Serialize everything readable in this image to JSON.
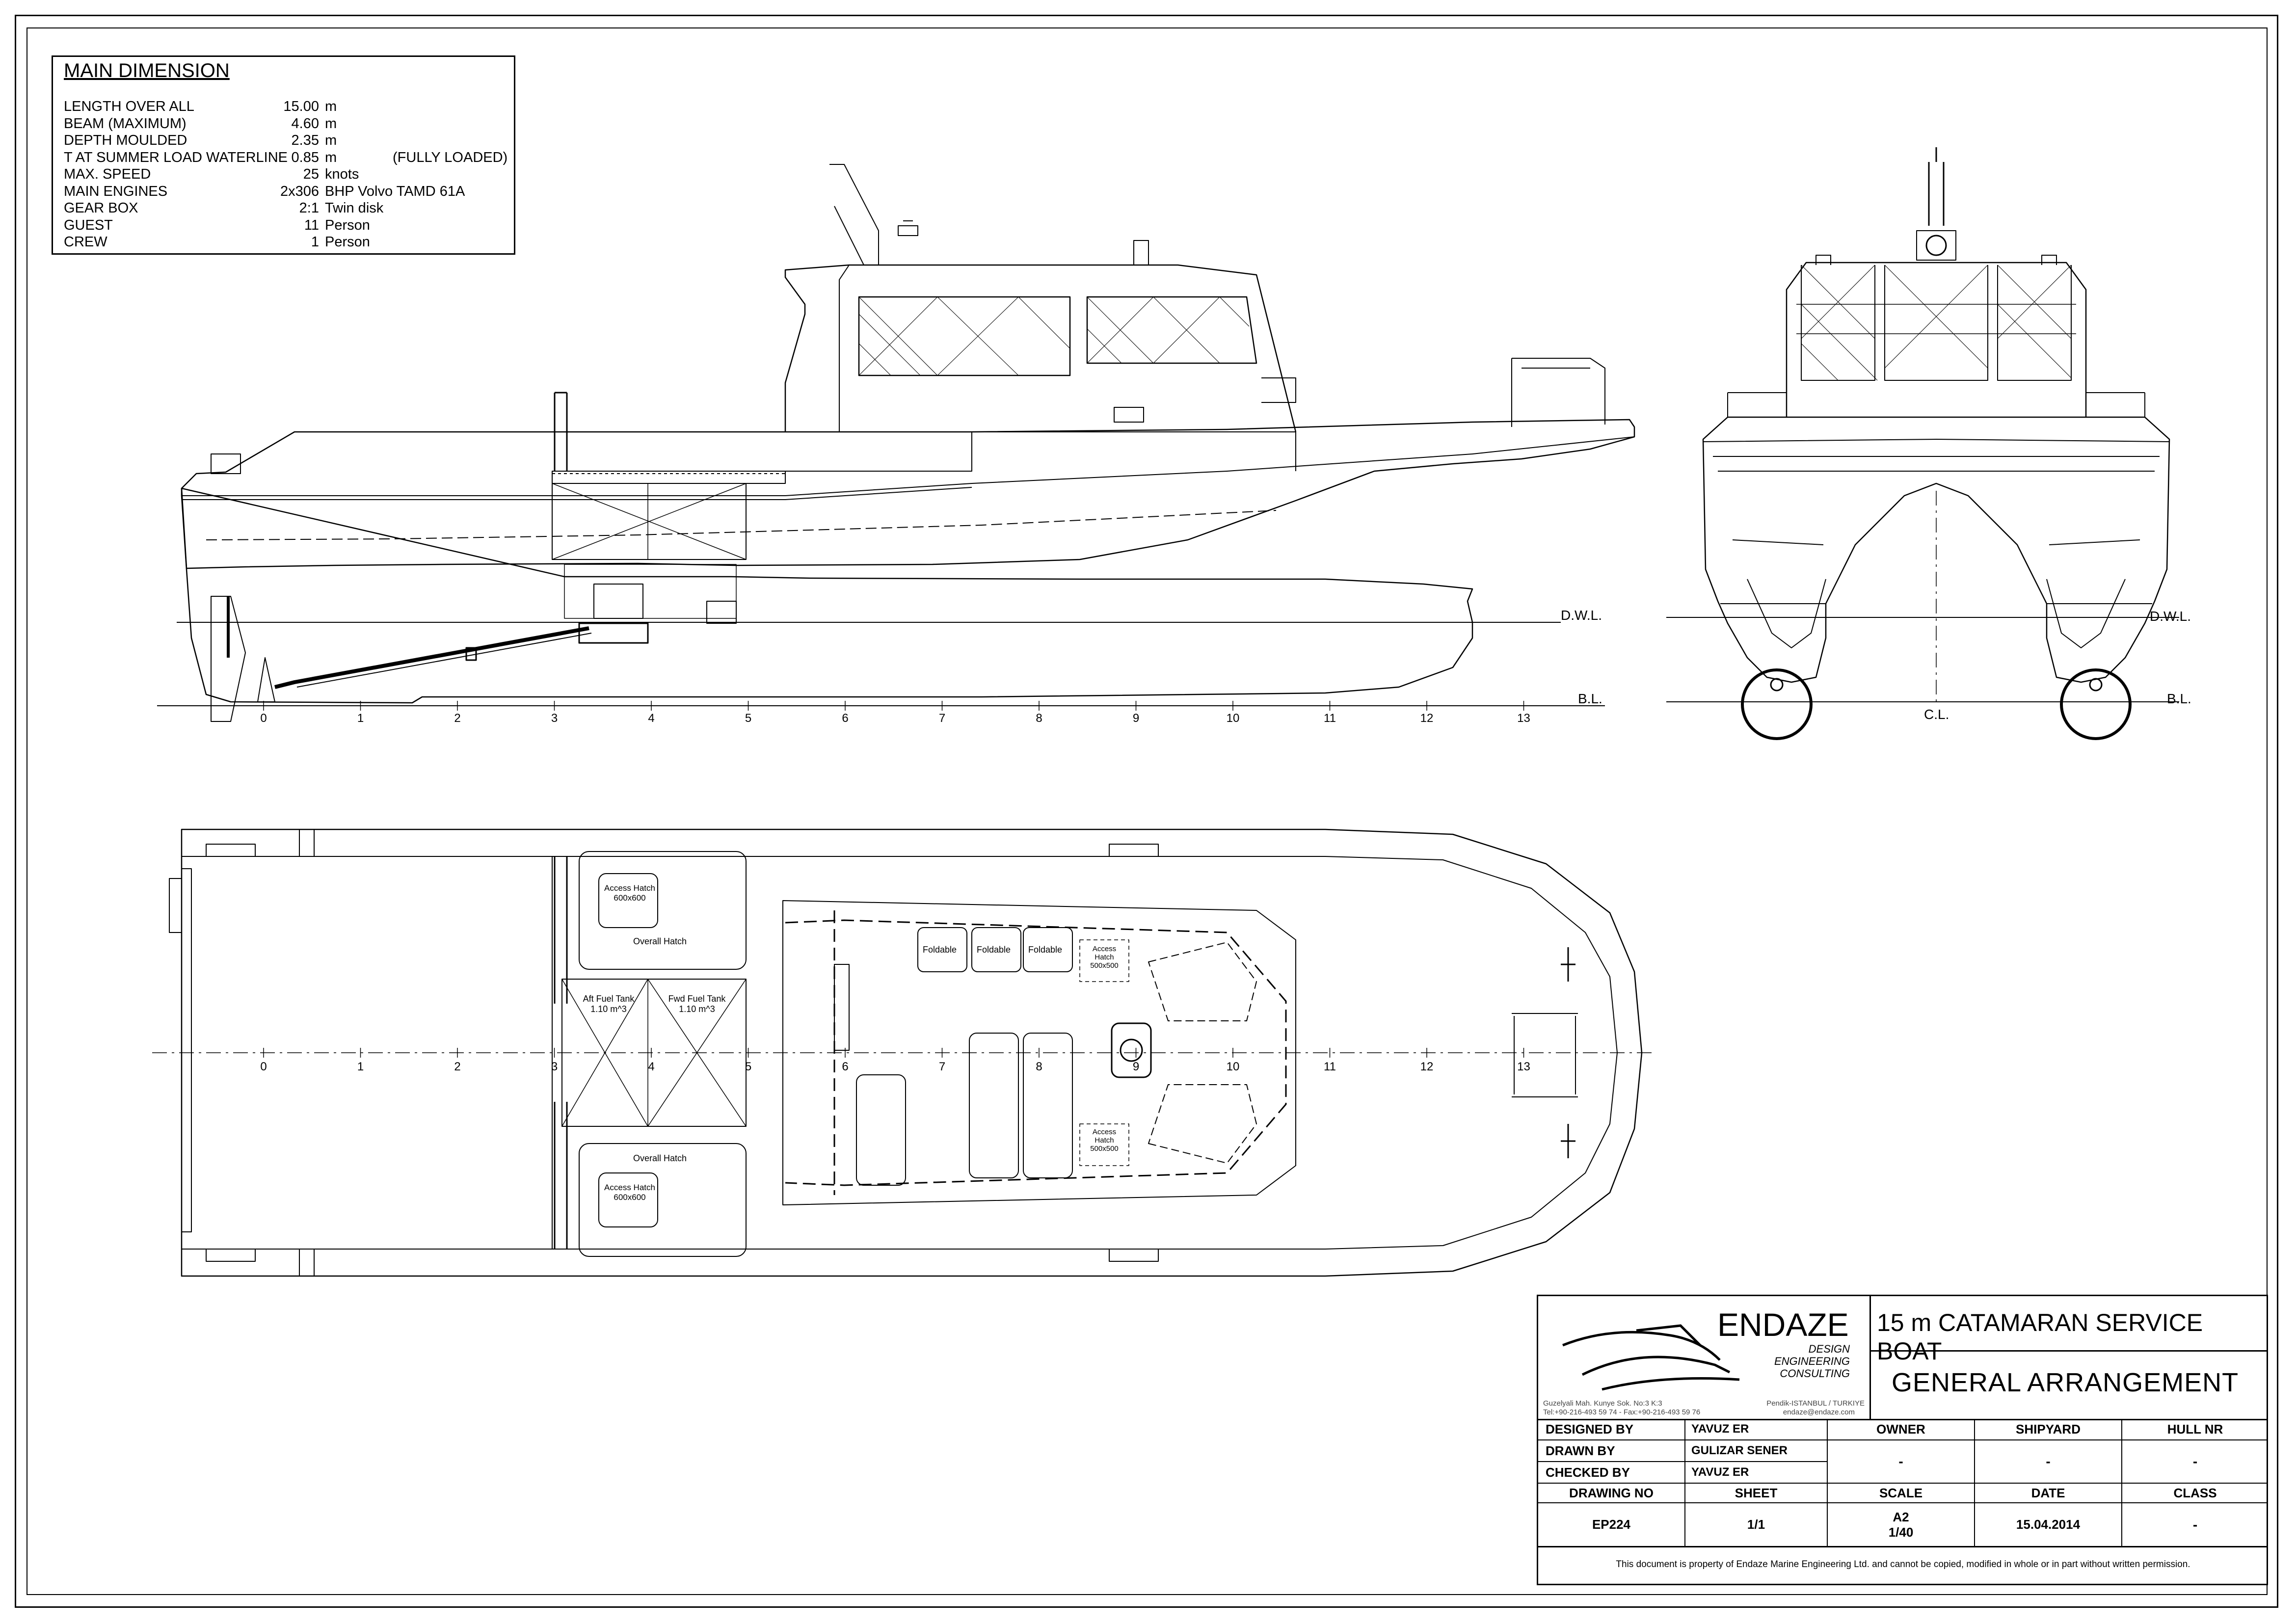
{
  "main_dimension": {
    "title": "MAIN DIMENSION",
    "rows": [
      {
        "label": "LENGTH OVER ALL",
        "value": "15.00",
        "unit": "m",
        "note": ""
      },
      {
        "label": "BEAM (MAXIMUM)",
        "value": "4.60",
        "unit": "m",
        "note": ""
      },
      {
        "label": "DEPTH MOULDED",
        "value": "2.35",
        "unit": "m",
        "note": ""
      },
      {
        "label": "T AT SUMMER LOAD WATERLINE",
        "value": "0.85",
        "unit": "m",
        "note": "(FULLY LOADED)"
      },
      {
        "label": "MAX. SPEED",
        "value": "25",
        "unit": "knots",
        "note": ""
      },
      {
        "label": "MAIN ENGINES",
        "value": "2x306",
        "unit": "BHP  Volvo TAMD 61A",
        "note": ""
      },
      {
        "label": "GEAR BOX",
        "value": "2:1",
        "unit": "Twin disk",
        "note": ""
      },
      {
        "label": "GUEST",
        "value": "11",
        "unit": "Person",
        "note": ""
      },
      {
        "label": "CREW",
        "value": "1",
        "unit": "Person",
        "note": ""
      }
    ]
  },
  "profile": {
    "dwl": "D.W.L.",
    "bl": "B.L.",
    "stations": [
      "0",
      "1",
      "2",
      "3",
      "4",
      "5",
      "6",
      "7",
      "8",
      "9",
      "10",
      "11",
      "12",
      "13"
    ]
  },
  "front": {
    "dwl": "D.W.L.",
    "bl": "B.L.",
    "cl": "C.L."
  },
  "plan": {
    "stations": [
      "0",
      "1",
      "2",
      "3",
      "4",
      "5",
      "6",
      "7",
      "8",
      "9",
      "10",
      "11",
      "12",
      "13"
    ],
    "access_hatch_top": "Access Hatch 600x600",
    "overall_hatch": "Overall Hatch",
    "aft_tank": "Aft Fuel Tank",
    "aft_tank_vol": "1.10 m^3",
    "fwd_tank": "Fwd Fuel Tank",
    "fwd_tank_vol": "1.10 m^3",
    "foldable": "Foldable",
    "access_hatch_500": "Access Hatch 500x500"
  },
  "title_block": {
    "company": "ENDAZE",
    "tagline1": "DESIGN",
    "tagline2": "ENGINEERING",
    "tagline3": "CONSULTING",
    "address1": "Guzelyali Mah. Kunye Sok. No:3 K:3",
    "address2": "Tel:+90-216-493 59 74 - Fax:+90-216-493 59 76",
    "city": "Pendik-ISTANBUL / TURKIYE",
    "email": "endaze@endaze.com",
    "boat_title": "15 m CATAMARAN SERVICE BOAT",
    "drawing_title": "GENERAL ARRANGEMENT",
    "designed_by_label": "DESIGNED BY",
    "designed_by": "YAVUZ ER",
    "drawn_by_label": "DRAWN BY",
    "drawn_by": "GULIZAR SENER",
    "checked_by_label": "CHECKED BY",
    "checked_by": "YAVUZ ER",
    "owner_label": "OWNER",
    "owner": "-",
    "shipyard_label": "SHIPYARD",
    "shipyard": "-",
    "hull_label": "HULL NR",
    "hull": "-",
    "drawing_no_label": "DRAWING NO",
    "drawing_no": "EP224",
    "sheet_label": "SHEET",
    "sheet": "1/1",
    "scale_label": "SCALE",
    "scale_paper": "A2",
    "scale_ratio": "1/40",
    "date_label": "DATE",
    "date": "15.04.2014",
    "class_label": "CLASS",
    "class": "-",
    "disclaimer": "This document is property of  Endaze Marine Engineering Ltd. and cannot be copied, modified in whole or in part without written permission."
  }
}
